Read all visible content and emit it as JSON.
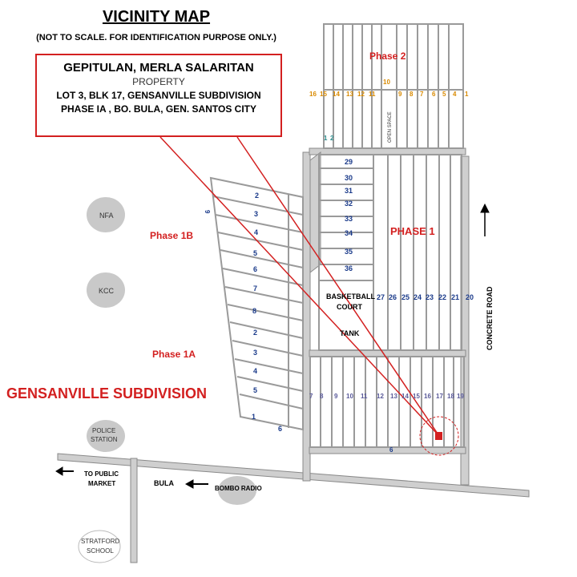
{
  "title": "VICINITY MAP",
  "subtitle": "(NOT TO SCALE. FOR IDENTIFICATION PURPOSE ONLY.)",
  "property": {
    "owner": "GEPITULAN, MERLA SALARITAN",
    "label": "PROPERTY",
    "lot": "LOT 3, BLK 17, GENSANVILLE SUBDIVISION",
    "phase": "PHASE IA , BO. BULA,  GEN. SANTOS CITY"
  },
  "labels": {
    "phase2": "Phase 2",
    "phase1": "PHASE 1",
    "phase1b": "Phase 1B",
    "phase1a": "Phase 1A",
    "subdivision": "GENSANVILLE SUBDIVISION",
    "open_space": "OPEN SPACE",
    "basketball_1": "BASKETBALL",
    "basketball_2": "COURT",
    "tank": "TANK",
    "concrete_road": "CONCRETE ROAD",
    "nfa": "NFA",
    "kcc": "KCC",
    "police_1": "POLICE",
    "police_2": "STATION",
    "public_market_1": "TO PUBLIC",
    "public_market_2": "MARKET",
    "bula": "BULA",
    "bombo": "BOMBO RADIO",
    "stratford_1": "STRATFORD",
    "stratford_2": "SCHOOL"
  },
  "phase2_lots": [
    "16",
    "15",
    "14",
    "13",
    "12",
    "11",
    "10",
    "9",
    "8",
    "7",
    "6",
    "5",
    "4",
    "1"
  ],
  "phase1_upper_lots": [
    "29",
    "30",
    "31",
    "32",
    "33",
    "34",
    "35",
    "36"
  ],
  "phase1_vertical_lots": [
    "27",
    "26",
    "25",
    "24",
    "23",
    "22",
    "21",
    "20"
  ],
  "phase1a_bottom_lots": [
    "7",
    "8",
    "9",
    "10",
    "11",
    "12",
    "13",
    "14",
    "15",
    "16",
    "17",
    "18",
    "19"
  ],
  "phase1b_lots": [
    "2",
    "3",
    "4",
    "5",
    "6",
    "7",
    "8",
    "2",
    "3",
    "4",
    "5",
    "1",
    "6"
  ],
  "road_numbers": [
    "1",
    "2",
    "6",
    "9"
  ],
  "colors": {
    "red": "#d32020",
    "road": "#c8c8c8",
    "lot_line": "#9a9a9a",
    "blue": "#1a3a8a",
    "orange": "#d98a00",
    "teal": "#2a8a8a"
  }
}
